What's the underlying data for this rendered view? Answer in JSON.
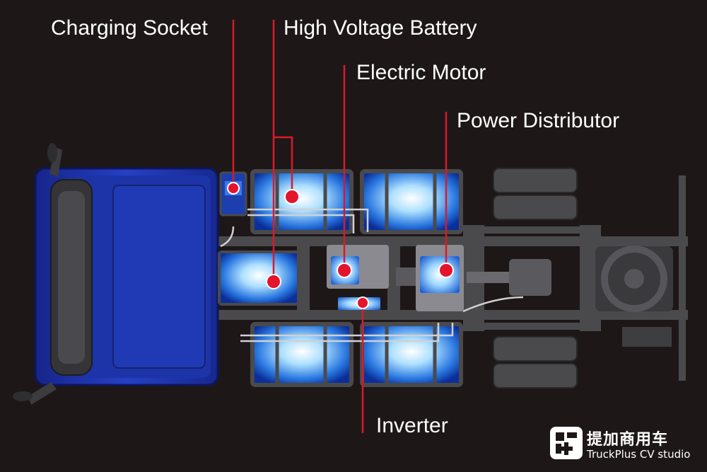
{
  "labels": {
    "charging_socket": "Charging Socket",
    "high_voltage_battery": "High Voltage Battery",
    "electric_motor": "Electric Motor",
    "power_distributor": "Power Distributor",
    "inverter": "Inverter"
  },
  "watermark": {
    "chinese": "提加商用车",
    "english": "TruckPlus CV studio"
  },
  "colors": {
    "background": "#1e1718",
    "cab": "#1f35b0",
    "chassis": "#4a4a4c",
    "battery_glow": "#6fc3ff",
    "leader_line": "#d91a2a",
    "label_text": "#ffffff"
  }
}
